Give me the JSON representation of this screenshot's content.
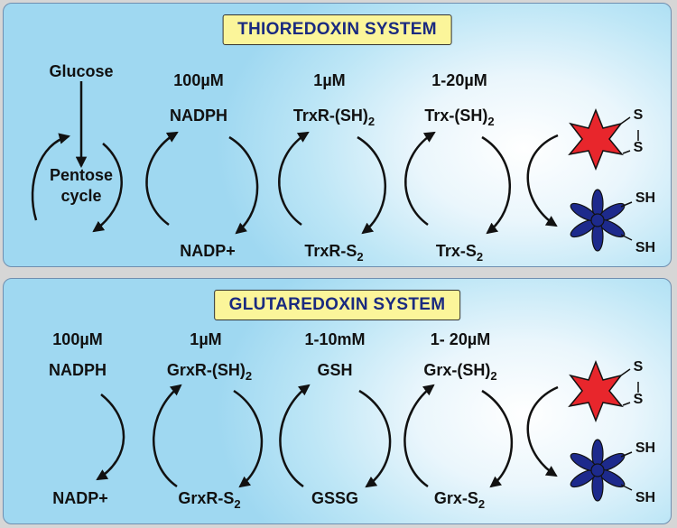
{
  "thioredoxin": {
    "title": "THIOREDOXIN SYSTEM",
    "glucose": "Glucose",
    "pentose_line1": "Pentose",
    "pentose_line2": "cycle",
    "nadph_conc": "100µM",
    "nadph": "NADPH",
    "nadp": "NADP+",
    "trxr_conc": "1µM",
    "trxr_reduced_base": "TrxR-(SH)",
    "trxr_reduced_sub": "2",
    "trxr_oxidized_base": "TrxR-S",
    "trxr_oxidized_sub": "2",
    "trx_conc": "1-20µM",
    "trx_reduced_base": "Trx-(SH)",
    "trx_reduced_sub": "2",
    "trx_oxidized_base": "Trx-S",
    "trx_oxidized_sub": "2",
    "disulfide_s1": "S",
    "disulfide_s2": "S",
    "thiol_sh1": "SH",
    "thiol_sh2": "SH"
  },
  "glutaredoxin": {
    "title": "GLUTAREDOXIN SYSTEM",
    "nadph_conc": "100µM",
    "nadph": "NADPH",
    "nadp": "NADP+",
    "grxr_conc": "1µM",
    "grxr_reduced_base": "GrxR-(SH)",
    "grxr_reduced_sub": "2",
    "grxr_oxidized_base": "GrxR-S",
    "grxr_oxidized_sub": "2",
    "gsh_conc": "1-10mM",
    "gsh": "GSH",
    "gssg": "GSSG",
    "grx_conc": "1- 20µM",
    "grx_reduced_base": "Grx-(SH)",
    "grx_reduced_sub": "2",
    "grx_oxidized_base": "Grx-S",
    "grx_oxidized_sub": "2",
    "disulfide_s1": "S",
    "disulfide_s2": "S",
    "thiol_sh1": "SH",
    "thiol_sh2": "SH"
  },
  "colors": {
    "title_text": "#1a2a80",
    "title_box": "#fbf59a",
    "star_red": "#e8262c",
    "flower_blue": "#1d2a8c"
  }
}
